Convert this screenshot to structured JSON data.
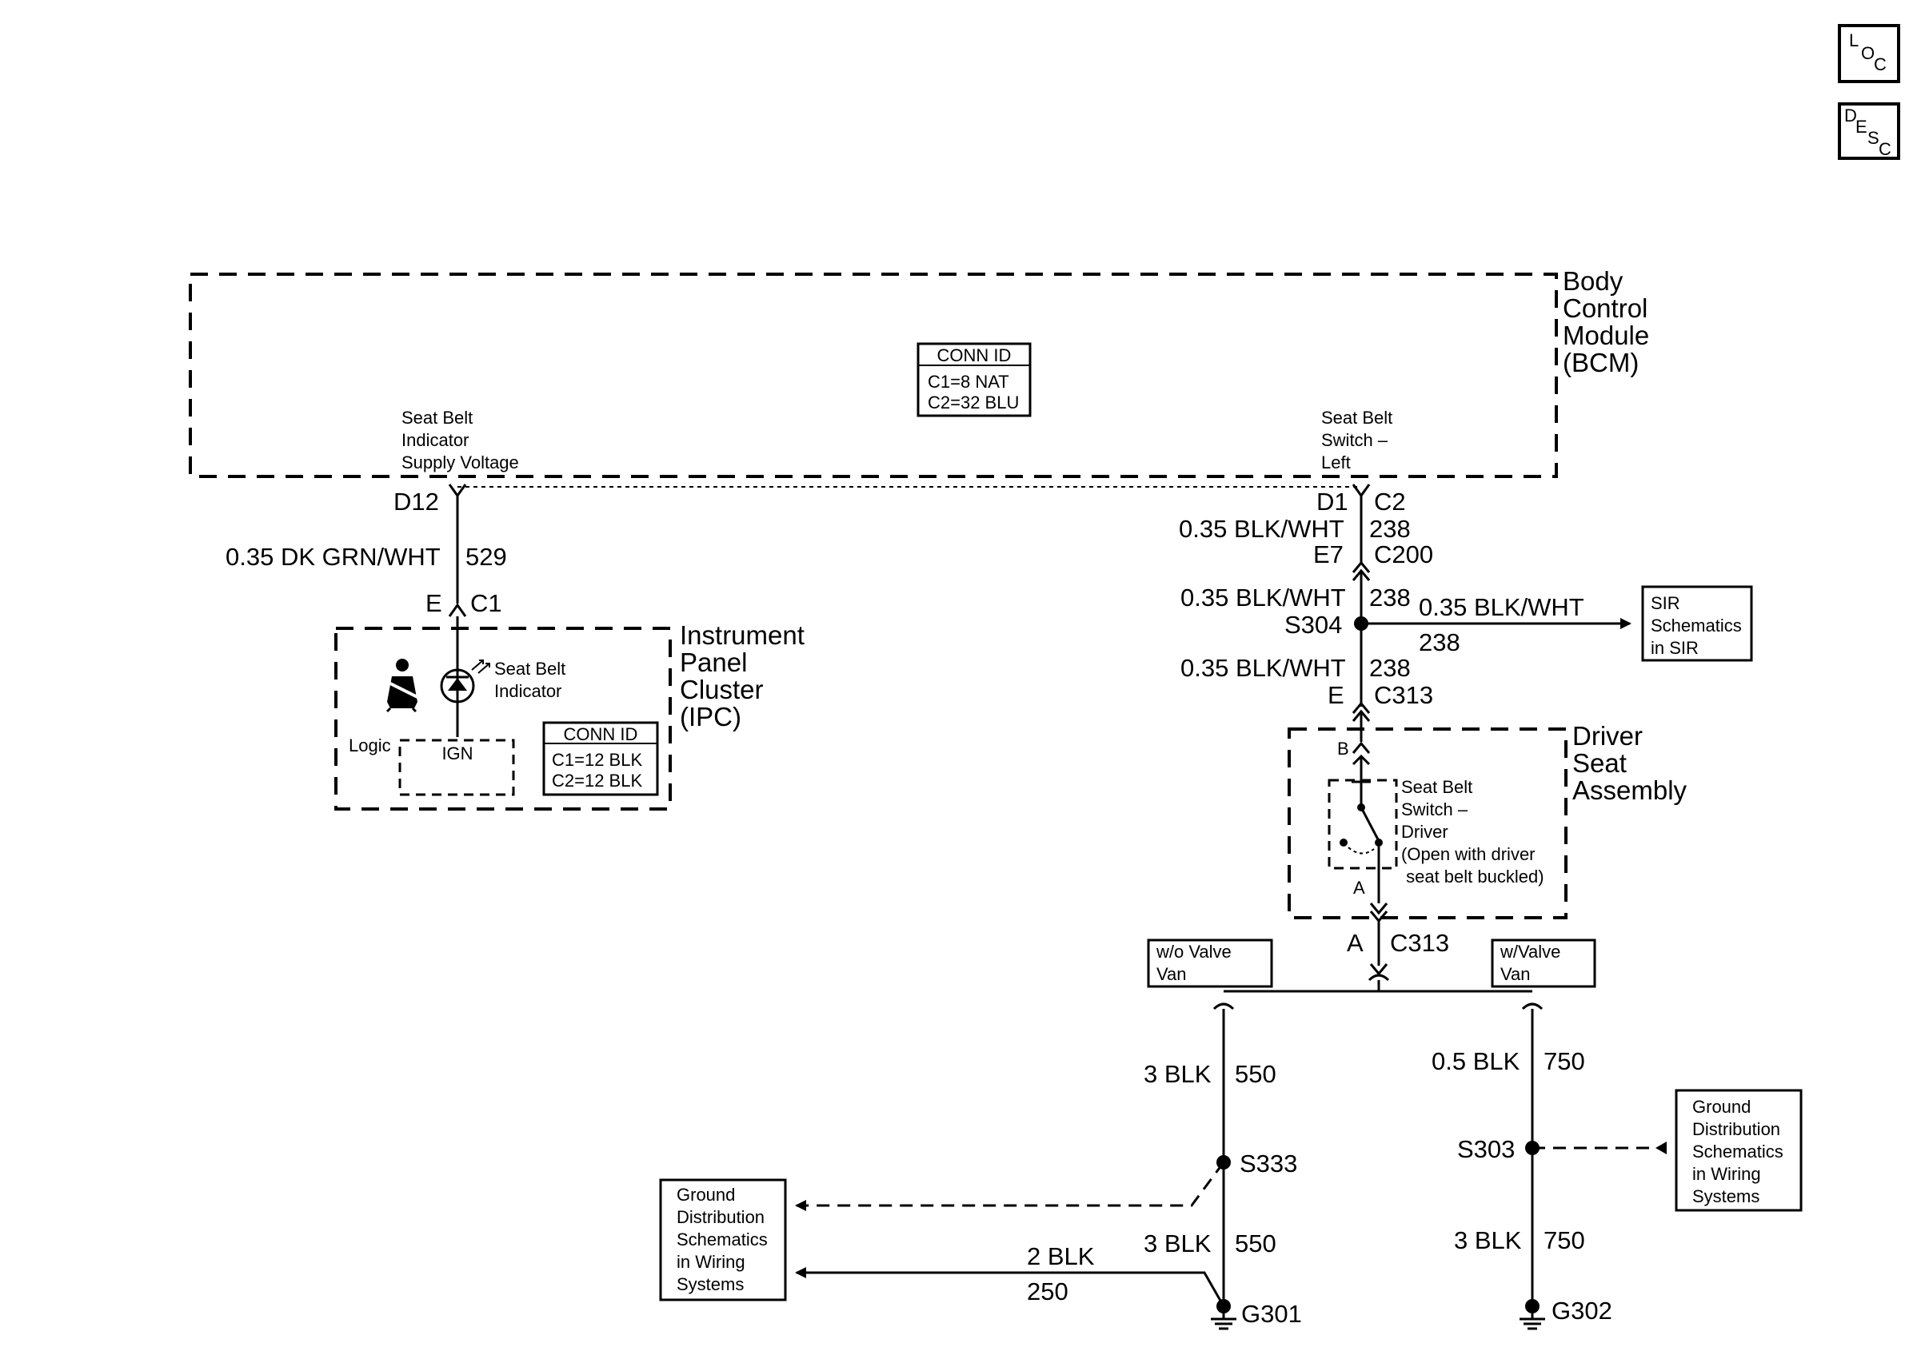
{
  "icons": {
    "loc": {
      "l": "L",
      "o": "O",
      "c": "C"
    },
    "desc": {
      "d": "D",
      "e": "E",
      "s": "S",
      "c": "C"
    }
  },
  "bcm": {
    "name_lines": [
      "Body",
      "Control",
      "Module",
      "(BCM)"
    ],
    "conn_id": {
      "title": "CONN ID",
      "line1": "C1=8 NAT",
      "line2": "C2=32 BLU"
    },
    "left_func": [
      "Seat Belt",
      "Indicator",
      "Supply Voltage"
    ],
    "right_func": [
      "Seat Belt",
      "Switch –",
      "Left"
    ]
  },
  "left_branch": {
    "pin_top": "D12",
    "wire_color": "0.35 DK GRN/WHT",
    "circuit": "529",
    "pin_bottom": "E",
    "connector_bottom": "C1"
  },
  "ipc": {
    "name_lines": [
      "Instrument",
      "Panel",
      "Cluster",
      "(IPC)"
    ],
    "indicator_label": [
      "Seat Belt",
      "Indicator"
    ],
    "logic_label": "Logic",
    "ign_label": "IGN",
    "conn_id": {
      "title": "CONN ID",
      "line1": "C1=12 BLK",
      "line2": "C2=12 BLK"
    }
  },
  "right_branch": {
    "pin_d1": "D1",
    "conn_c2": "C2",
    "wire1_color": "0.35 BLK/WHT",
    "wire1_circuit": "238",
    "pin_e7": "E7",
    "conn_c200": "C200",
    "wire2_color": "0.35 BLK/WHT",
    "wire2_circuit": "238",
    "splice_s304": "S304",
    "sir_wire_color": "0.35 BLK/WHT",
    "sir_wire_circuit": "238",
    "sir_box": [
      "SIR",
      "Schematics",
      "in SIR"
    ],
    "wire3_color": "0.35 BLK/WHT",
    "wire3_circuit": "238",
    "pin_e": "E",
    "conn_c313": "C313"
  },
  "driver_seat": {
    "name_lines": [
      "Driver",
      "Seat",
      "Assembly"
    ],
    "pin_b": "B",
    "pin_a_inner": "A",
    "switch_label": [
      "Seat Belt",
      "Switch –",
      "Driver",
      "(Open with driver",
      " seat belt buckled)"
    ],
    "pin_a": "A",
    "conn_c313": "C313"
  },
  "options": {
    "left": [
      "w/o Valve",
      "Van"
    ],
    "right": [
      "w/Valve",
      "Van"
    ]
  },
  "ground_left": {
    "wire_top_color": "3 BLK",
    "wire_top_circuit": "550",
    "splice": "S333",
    "wire_bottom_color": "3 BLK",
    "wire_bottom_circuit": "550",
    "wire_side_color": "2 BLK",
    "wire_side_circuit": "250",
    "ground": "G301",
    "box": [
      "Ground",
      "Distribution",
      "Schematics",
      "in Wiring",
      "Systems"
    ]
  },
  "ground_right": {
    "wire_top_color": "0.5 BLK",
    "wire_top_circuit": "750",
    "splice": "S303",
    "wire_bottom_color": "3 BLK",
    "wire_bottom_circuit": "750",
    "ground": "G302",
    "box": [
      "Ground",
      "Distribution",
      "Schematics",
      "in Wiring",
      "Systems"
    ]
  }
}
